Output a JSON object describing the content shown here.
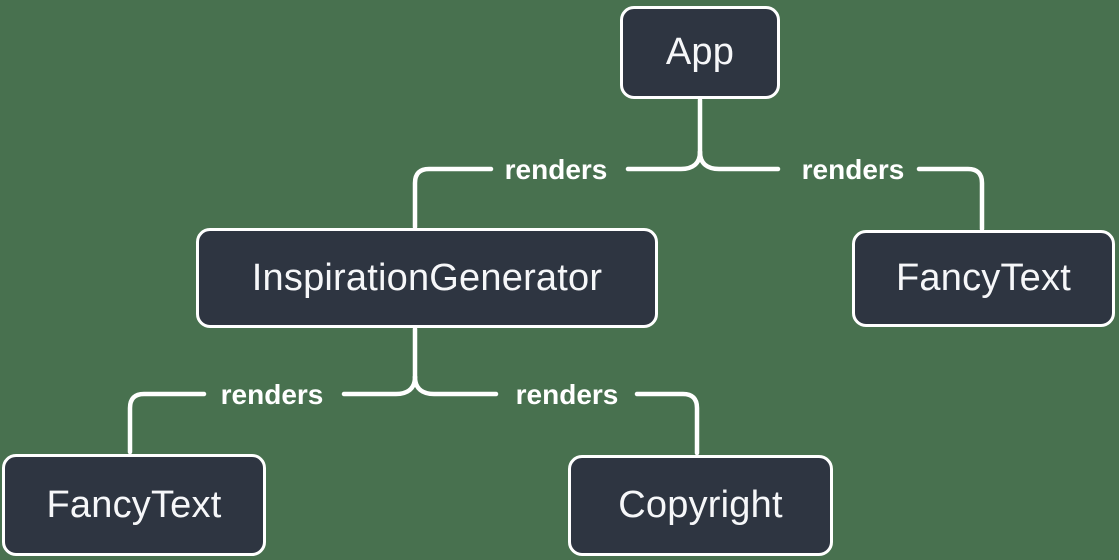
{
  "diagram": {
    "type": "component-render-tree",
    "colors": {
      "background": "#48714F",
      "node_fill": "#2E3541",
      "node_border": "#FFFFFF",
      "line": "#FFFFFF",
      "node_text": "#F6F7F9",
      "edge_label_text": "#FFFFFF"
    },
    "nodes": [
      {
        "id": "app",
        "label": "App"
      },
      {
        "id": "inspiration-generator",
        "label": "InspirationGenerator"
      },
      {
        "id": "fancy-text-top",
        "label": "FancyText"
      },
      {
        "id": "fancy-text-bottom",
        "label": "FancyText"
      },
      {
        "id": "copyright",
        "label": "Copyright"
      }
    ],
    "edges": [
      {
        "from": "App",
        "to": "InspirationGenerator",
        "label": "renders"
      },
      {
        "from": "App",
        "to": "FancyText",
        "label": "renders"
      },
      {
        "from": "InspirationGenerator",
        "to": "FancyText",
        "label": "renders"
      },
      {
        "from": "InspirationGenerator",
        "to": "Copyright",
        "label": "renders"
      }
    ]
  }
}
